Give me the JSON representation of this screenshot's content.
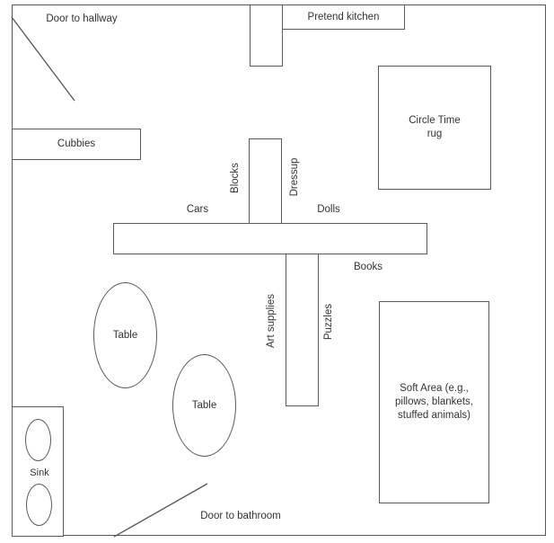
{
  "colors": {
    "line": "#5a5a5a",
    "wall": "#565656",
    "text": "#333333",
    "background": "#ffffff"
  },
  "floor_plan": {
    "doors": {
      "hallway": {
        "label": "Door to hallway"
      },
      "bathroom": {
        "label": "Door to bathroom"
      }
    },
    "storage": {
      "cubbies": {
        "label": "Cubbies"
      },
      "shelf_blocks_dressup": {
        "left_label": "Blocks",
        "right_label": "Dressup"
      },
      "shelf_cars_dolls": {
        "left_label": "Cars",
        "right_label": "Dolls",
        "back_label": "Books"
      },
      "shelf_art_puzzles": {
        "left_label": "Art supplies",
        "right_label": "Puzzles"
      }
    },
    "areas": {
      "pretend_kitchen": {
        "label": "Pretend kitchen"
      },
      "circle_time_rug": {
        "line1": "Circle Time",
        "line2": "rug"
      },
      "soft_area": {
        "line1": "Soft Area (e.g.,",
        "line2": "pillows, blankets,",
        "line3": "stuffed animals)"
      }
    },
    "furniture": {
      "tables": [
        {
          "label": "Table"
        },
        {
          "label": "Table"
        }
      ],
      "sink": {
        "label": "Sink"
      }
    }
  }
}
